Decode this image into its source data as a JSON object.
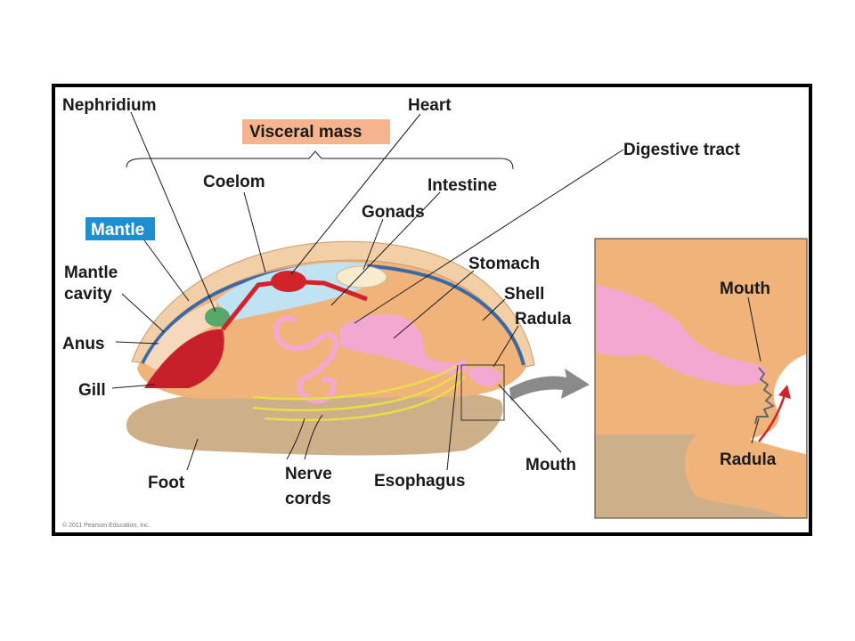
{
  "labels": {
    "nephridium": "Nephridium",
    "heart": "Heart",
    "visceral_mass": "Visceral mass",
    "digestive_tract": "Digestive tract",
    "coelom": "Coelom",
    "intestine": "Intestine",
    "gonads": "Gonads",
    "mantle": "Mantle",
    "mantle_cavity_line1": "Mantle",
    "mantle_cavity_line2": "cavity",
    "stomach": "Stomach",
    "shell": "Shell",
    "radula": "Radula",
    "anus": "Anus",
    "gill": "Gill",
    "foot": "Foot",
    "nerve_cords_line1": "Nerve",
    "nerve_cords_line2": "cords",
    "esophagus": "Esophagus",
    "mouth": "Mouth",
    "inset_mouth": "Mouth",
    "inset_radula": "Radula"
  },
  "credit": "© 2011 Pearson Education, Inc.",
  "colors": {
    "frame": "#000000",
    "shell": "#f3cfa8",
    "mantle_band": "#3a6aa6",
    "body": "#f0b47a",
    "foot": "#cdb08a",
    "coelom": "#bfe3f3",
    "heart": "#d2232a",
    "gill": "#c8202a",
    "digestive": "#f3a8d2",
    "nerve": "#e8de4a",
    "visceral_badge": "#f5b48e",
    "mantle_badge": "#1d8fd0"
  }
}
